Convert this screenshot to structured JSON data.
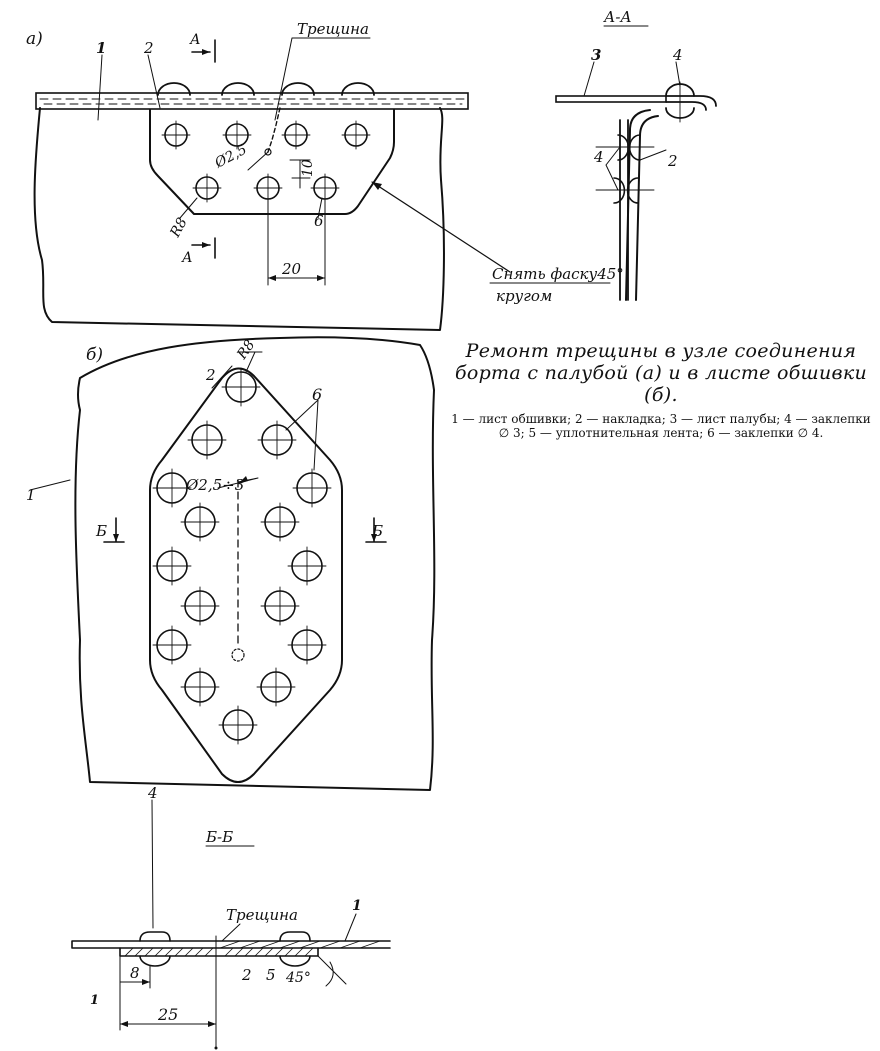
{
  "diagram": {
    "view_a": {
      "panel_label": "а)",
      "callouts": [
        "1",
        "2",
        "6"
      ],
      "crack_label": "Трещина",
      "section_mark": "А",
      "hole_dim": "Ø2,5",
      "dim_vertical": "10",
      "radius": "R8",
      "spacing": "20",
      "chamfer_note_1": "Снять фаску45°",
      "chamfer_note_2": "кругом"
    },
    "section_aa": {
      "title": "А-А",
      "callouts": [
        "3",
        "4",
        "4",
        "2"
      ]
    },
    "view_b": {
      "panel_label": "б)",
      "callouts": [
        "1",
        "2",
        "6"
      ],
      "radius": "R8",
      "hole_dim": "Ø2,5÷3",
      "section_mark": "Б"
    },
    "section_bb": {
      "title": "Б-Б",
      "crack_label": "Трещина",
      "callouts": [
        "4",
        "1",
        "1",
        "2",
        "5"
      ],
      "dim_small": "8",
      "dim_large": "25",
      "angle": "45°"
    },
    "caption": {
      "title": "Ремонт трещины в узле соединения борта с палубой (а) и в листе обшивки (б).",
      "legend": "1 — лист обшивки; 2 — накладка; 3 — лист палубы; 4 — заклепки ∅ 3; 5 — уплотнительная лента; 6 — заклепки ∅ 4."
    }
  }
}
